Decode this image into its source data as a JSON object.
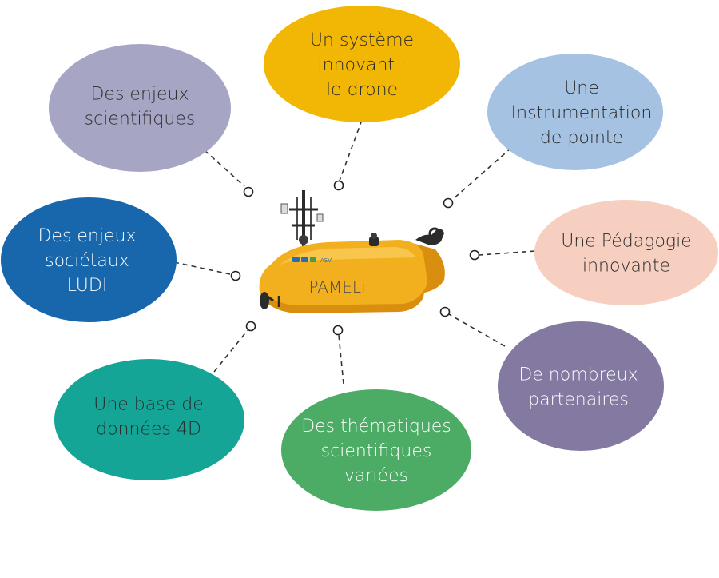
{
  "center": {
    "label": "PAMELi",
    "hull_color": "#F2B01E",
    "hull_shadow_color": "#D98E0F",
    "hull_small_label": "ASV"
  },
  "bubbles": [
    {
      "id": "systeme-innovant",
      "lines": [
        "Un système",
        "innovant :",
        "le drone"
      ],
      "color": "#F2B705",
      "text_color": "#2a2a2a"
    },
    {
      "id": "instrumentation",
      "lines": [
        "Une",
        "Instrumentation",
        "de pointe"
      ],
      "color": "#A6C2E2",
      "text_color": "#2a2a2a"
    },
    {
      "id": "pedagogie",
      "lines": [
        "Une Pédagogie",
        "innovante"
      ],
      "color": "#F7CFC1",
      "text_color": "#2a2a2a"
    },
    {
      "id": "partenaires",
      "lines": [
        "De nombreux",
        "partenaires"
      ],
      "color": "#847AA1",
      "text_color": "#ffffff"
    },
    {
      "id": "thematiques",
      "lines": [
        "Des thématiques",
        "scientifiques",
        "variées"
      ],
      "color": "#4CAB64",
      "text_color": "#ffffff"
    },
    {
      "id": "base-donnees",
      "lines": [
        "Une base de",
        "données 4D"
      ],
      "color": "#14A596",
      "text_color": "#2a2a2a"
    },
    {
      "id": "enjeux-societaux",
      "lines": [
        "Des enjeux",
        "sociétaux",
        "LUDI"
      ],
      "color": "#1867AD",
      "text_color": "#ffffff"
    },
    {
      "id": "enjeux-scientifiques",
      "lines": [
        "Des enjeux",
        "scientifiques"
      ],
      "color": "#A6A6C4",
      "text_color": "#2a2a2a"
    }
  ]
}
